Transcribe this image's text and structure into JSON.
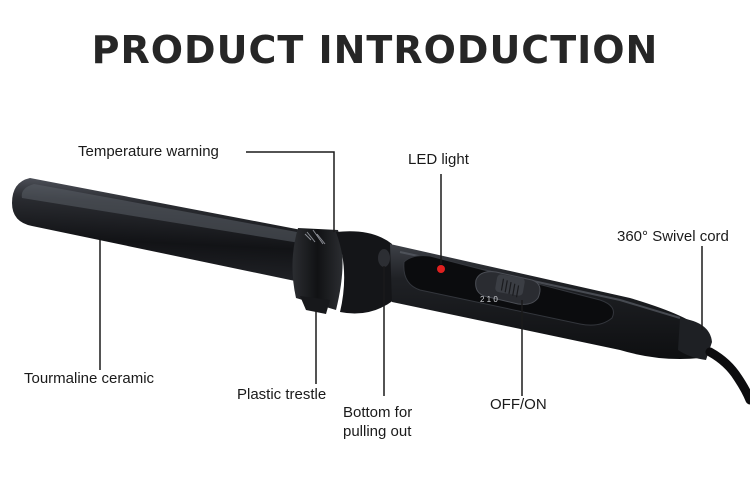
{
  "title": "PRODUCT INTRODUCTION",
  "labels": {
    "temperature_warning": "Temperature warning",
    "led_light": "LED light",
    "swivel_cord": "360° Swivel cord",
    "tourmaline_ceramic": "Tourmaline ceramic",
    "plastic_trestle": "Plastic trestle",
    "bottom_pulling_line1": "Bottom for",
    "bottom_pulling_line2": "pulling out",
    "off_on": "OFF/ON"
  },
  "switch_markings": "2 1 0",
  "colors": {
    "body": "#1c1d20",
    "highlight": "#5a5e66",
    "led": "#e0201f",
    "text": "#1a1a1a",
    "title": "#262626"
  }
}
